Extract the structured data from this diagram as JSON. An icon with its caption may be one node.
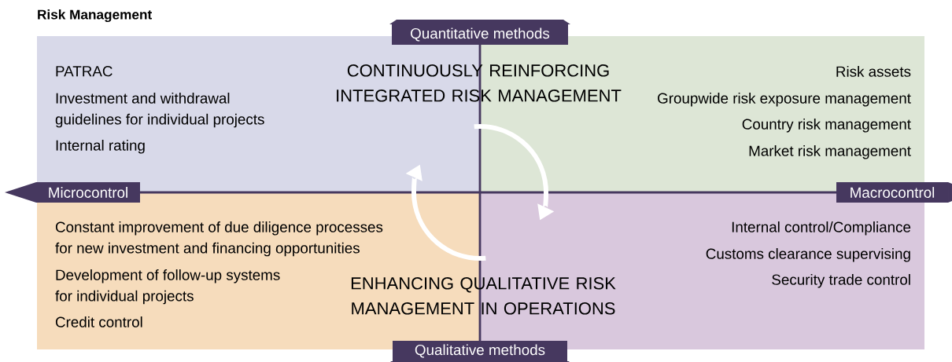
{
  "diagram": {
    "title": "Risk Management",
    "nodes": [
      {
        "text": [
          "PATRAC",
          "Investment and withdrawal guidelines for individual projects",
          "Internal rating"
        ]
      },
      {
        "text": [
          "Risk assets",
          "Groupwide risk exposure management",
          "Country risk management",
          "Market risk management"
        ]
      },
      {
        "text": [
          "Constant improvement of due diligence processes for new investment and financing opportunities",
          "Development of follow-up systems for individual projects",
          "Credit control"
        ]
      },
      {
        "text": [
          "Internal control/Compliance",
          "Customs clearance supervising",
          "Security trade control"
        ]
      },
      {
        "text": [
          "Quantitative methods"
        ]
      },
      {
        "text": [
          "Microcontrol"
        ]
      },
      {
        "text": [
          "Macrocontrol"
        ]
      },
      {
        "text": [
          "Qualitative methods"
        ]
      },
      {
        "text": [],
        "shape": "circle"
      }
    ],
    "labels": [
      "CONTINUOUSLY REINFORCING INTEGRATED RISK MANAGEMENT",
      "ENHANCING QUALITATIVE RISK MANAGEMENT IN OPERATIONS"
    ]
  }
}
